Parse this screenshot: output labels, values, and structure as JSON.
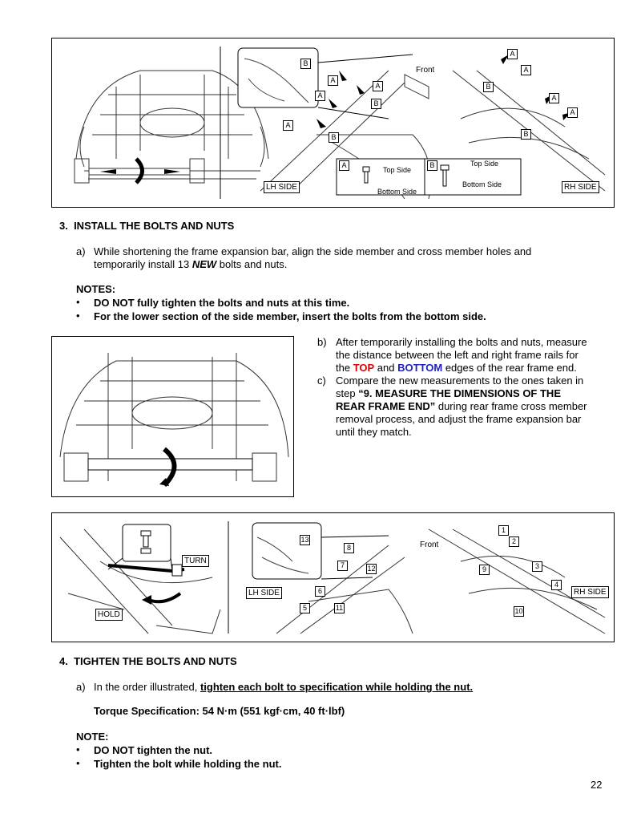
{
  "figure1": {
    "tags": {
      "a": "A",
      "b": "B"
    },
    "front_label": "Front",
    "lh_side": "LH SIDE",
    "rh_side": "RH SIDE",
    "legend_a_top": "Top Side",
    "legend_a_bottom": "Bottom Side",
    "legend_b_top": "Top Side",
    "legend_b_bottom": "Bottom Side"
  },
  "section3": {
    "heading": "3.  INSTALL THE BOLTS AND NUTS",
    "a_marker": "a)",
    "a_text_1": "While shortening the frame expansion bar, align the side member and cross member holes and",
    "a_text_2": "temporarily install 13 ",
    "a_text_new": "NEW",
    "a_text_3": " bolts and nuts.",
    "notes_heading": "NOTES:",
    "notes": [
      "DO NOT fully tighten the bolts and nuts at this time.",
      "For the lower section of the side member, insert the bolts from the bottom side."
    ],
    "b_marker": "b)",
    "b_line1": "After temporarily installing the bolts and nuts, measure",
    "b_line2": "the distance between the left and right frame rails for",
    "b_line3_pre": "the ",
    "b_top": "TOP",
    "b_and": " and ",
    "b_bottom": "BOTTOM",
    "b_line3_post": " edges of the rear frame end.",
    "c_marker": "c)",
    "c_line1": "Compare the new measurements to the ones taken in",
    "c_line2_pre": "step ",
    "c_step_1": "“9. MEASURE THE DIMENSIONS OF THE",
    "c_step_2": "REAR FRAME END”",
    "c_line3_post": " during rear frame cross member",
    "c_line4": "removal process, and adjust the frame expansion bar",
    "c_line5": "until they match."
  },
  "figure3": {
    "turn": "TURN",
    "hold": "HOLD",
    "front_label": "Front",
    "lh_side": "LH SIDE",
    "rh_side": "RH SIDE",
    "numbers": [
      "1",
      "2",
      "3",
      "4",
      "5",
      "6",
      "7",
      "8",
      "9",
      "10",
      "11",
      "12",
      "13"
    ]
  },
  "section4": {
    "heading": "4.  TIGHTEN THE BOLTS AND NUTS",
    "a_marker": "a)",
    "a_pre": "In the order illustrated, ",
    "a_emph": "tighten each bolt to specification while holding the nut.",
    "torque": "Torque Specification: 54 N·m (551 kgf·cm, 40 ft·lbf)",
    "note_heading": "NOTE:",
    "notes": [
      "DO NOT tighten the nut.",
      "Tighten the bolt while holding the nut."
    ]
  },
  "page_number": "22"
}
